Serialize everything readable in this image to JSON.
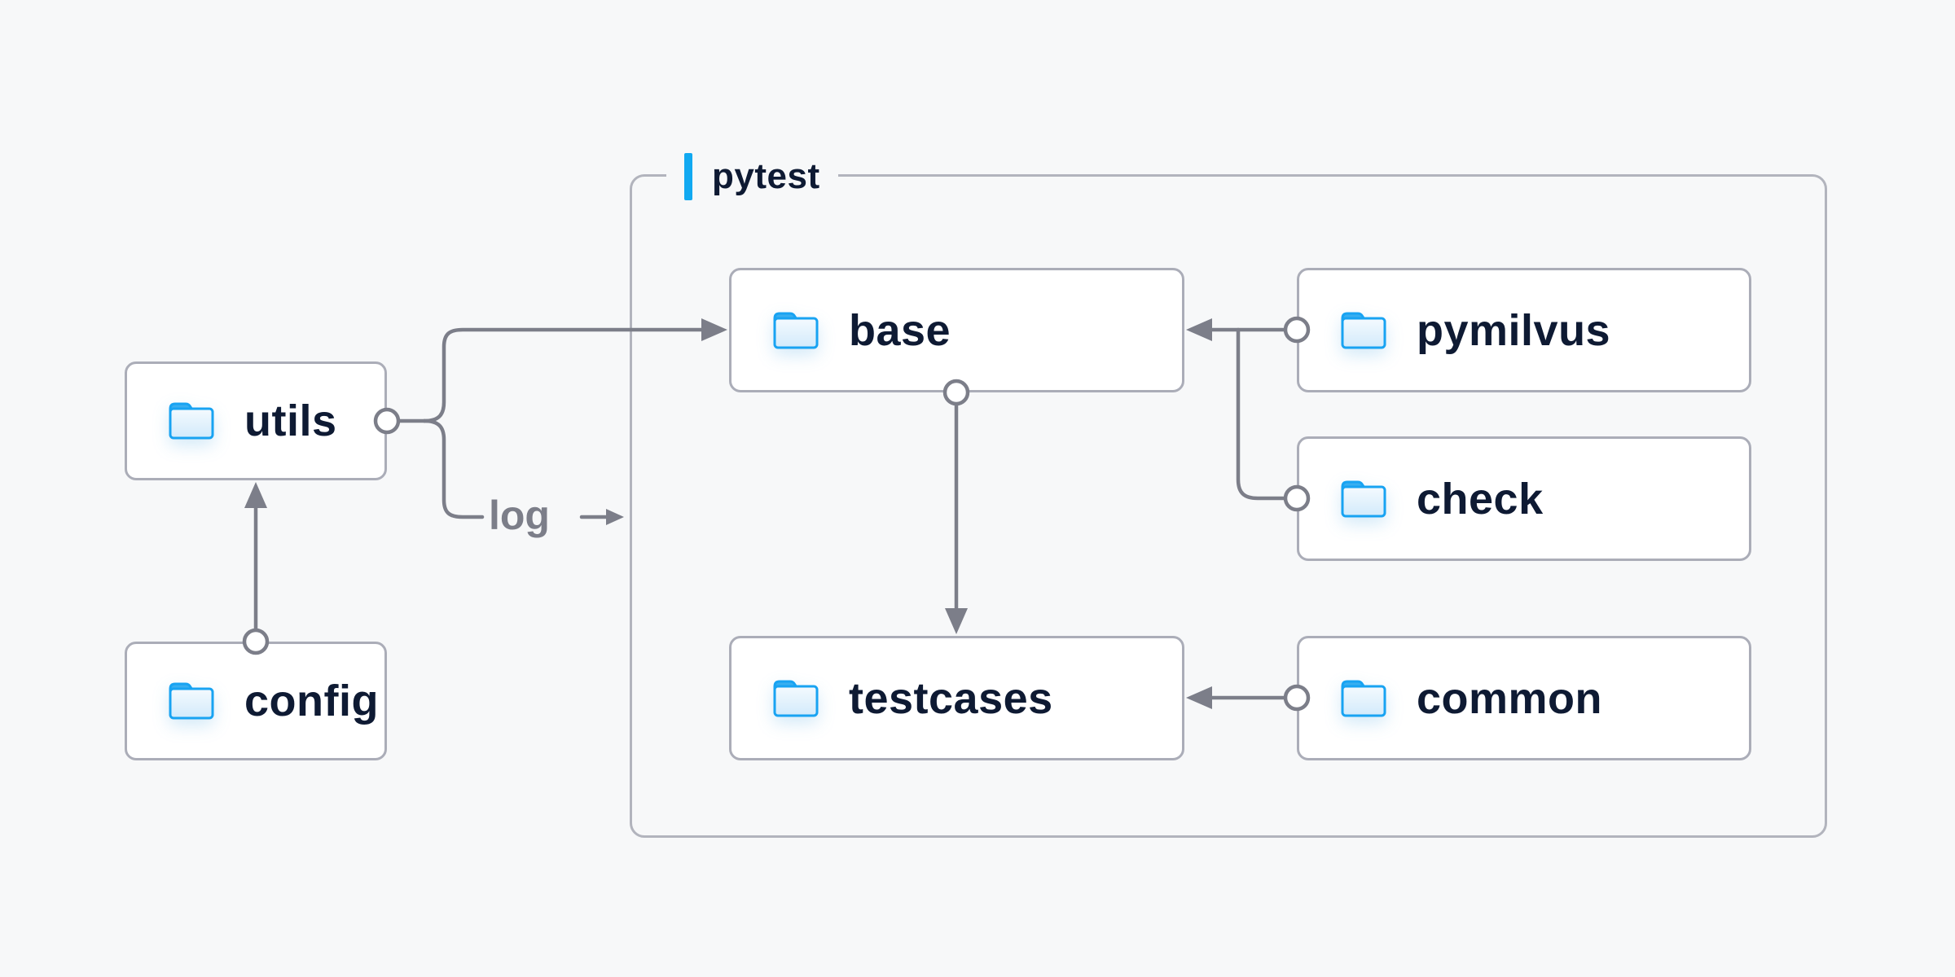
{
  "diagram": {
    "title_group": {
      "label": "pytest"
    },
    "nodes": [
      {
        "id": "utils",
        "label": "utils"
      },
      {
        "id": "config",
        "label": "config"
      },
      {
        "id": "base",
        "label": "base"
      },
      {
        "id": "pymilvus",
        "label": "pymilvus"
      },
      {
        "id": "check",
        "label": "check"
      },
      {
        "id": "testcases",
        "label": "testcases"
      },
      {
        "id": "common",
        "label": "common"
      }
    ],
    "edge_label": "log",
    "edges": [
      {
        "from": "config",
        "to": "utils"
      },
      {
        "from": "utils",
        "to": "base"
      },
      {
        "from": "utils",
        "to": "log"
      },
      {
        "from": "pymilvus",
        "to": "base"
      },
      {
        "from": "check",
        "to": "base"
      },
      {
        "from": "base",
        "to": "testcases"
      },
      {
        "from": "common",
        "to": "testcases"
      }
    ],
    "icons": {
      "node_icon": "folder-icon"
    },
    "colors": {
      "background": "#f7f8f9",
      "node_border": "#abadb8",
      "group_border": "#b2b4bd",
      "connector_gray": "#7c7e89",
      "text_navy": "#0e1a33",
      "accent_blue": "#11a9f1",
      "folder_stroke": "#18a3f2"
    }
  }
}
